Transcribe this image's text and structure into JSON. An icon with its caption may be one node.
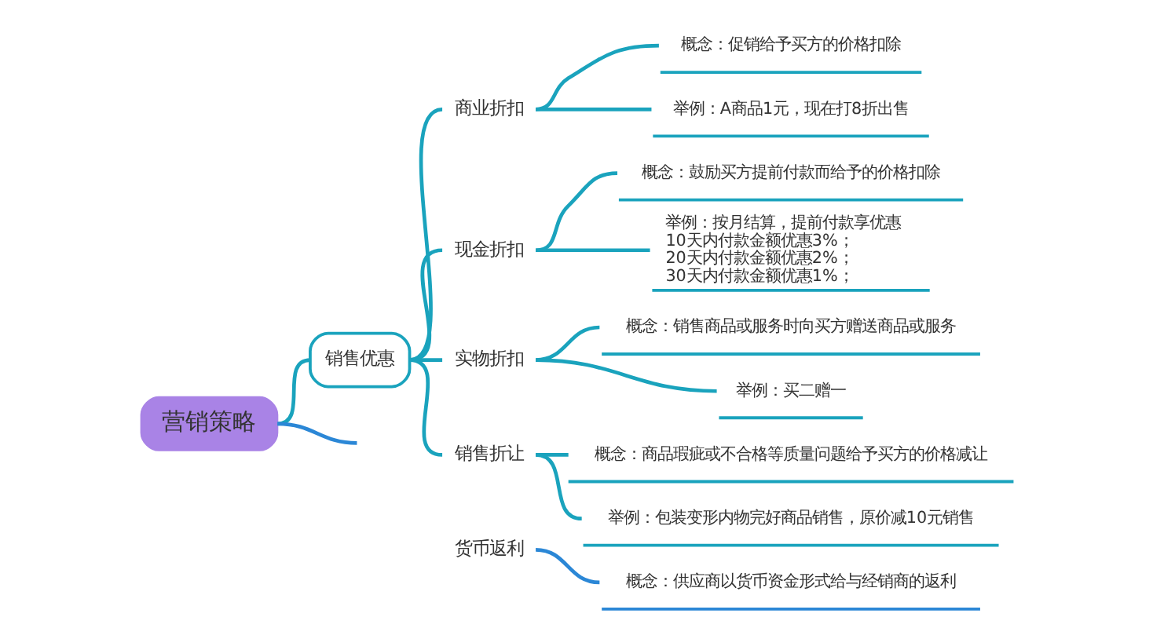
{
  "diagram": {
    "nodes": [
      {
        "text": [
          "营销策略"
        ]
      },
      {
        "text": [
          "销售优惠"
        ]
      },
      {
        "text": [
          "商业折扣"
        ]
      },
      {
        "text": [
          "概念：促销给予买方的价格扣除"
        ]
      },
      {
        "text": [
          "举例：A商品1元，现在打8折出售"
        ]
      },
      {
        "text": [
          "现金折扣"
        ]
      },
      {
        "text": [
          "概念：鼓励买方提前付款而给予的价格扣除"
        ]
      },
      {
        "text": [
          "举例：按月结算，提前付款享优惠",
          "10天内付款金额优惠3%；",
          "20天内付款金额优惠2%；",
          "30天内付款金额优惠1%；"
        ]
      },
      {
        "text": [
          "实物折扣"
        ]
      },
      {
        "text": [
          "概念：销售商品或服务时向买方赠送商品或服务"
        ]
      },
      {
        "text": [
          "举例：买二赠一"
        ]
      },
      {
        "text": [
          "销售折让"
        ]
      },
      {
        "text": [
          "概念：商品瑕疵或不合格等质量问题给予买方的价格减让"
        ]
      },
      {
        "text": [
          "举例：包装变形内物完好商品销售，原价减10元销售"
        ]
      },
      {
        "text": [
          "货币返利"
        ]
      },
      {
        "text": [
          "概念：供应商以货币资金形式给与经销商的返利"
        ]
      }
    ],
    "edges": [
      {
        "from": 0,
        "to": 1,
        "arrow": "none"
      },
      {
        "from": 0,
        "to": null,
        "arrow": "none",
        "color": "#2b87d6"
      },
      {
        "from": 1,
        "to": 2,
        "arrow": "none"
      },
      {
        "from": 2,
        "to": 3,
        "arrow": "none"
      },
      {
        "from": 2,
        "to": 4,
        "arrow": "none"
      },
      {
        "from": 1,
        "to": 5,
        "arrow": "none"
      },
      {
        "from": 5,
        "to": 6,
        "arrow": "none"
      },
      {
        "from": 5,
        "to": 7,
        "arrow": "none"
      },
      {
        "from": 1,
        "to": 8,
        "arrow": "none"
      },
      {
        "from": 8,
        "to": 9,
        "arrow": "none"
      },
      {
        "from": 8,
        "to": 10,
        "arrow": "none"
      },
      {
        "from": 1,
        "to": 11,
        "arrow": "none"
      },
      {
        "from": 11,
        "to": 12,
        "arrow": "none"
      },
      {
        "from": 11,
        "to": 13,
        "arrow": "none"
      },
      {
        "from": 14,
        "to": 15,
        "arrow": "none",
        "color": "#2b87d6"
      }
    ]
  }
}
